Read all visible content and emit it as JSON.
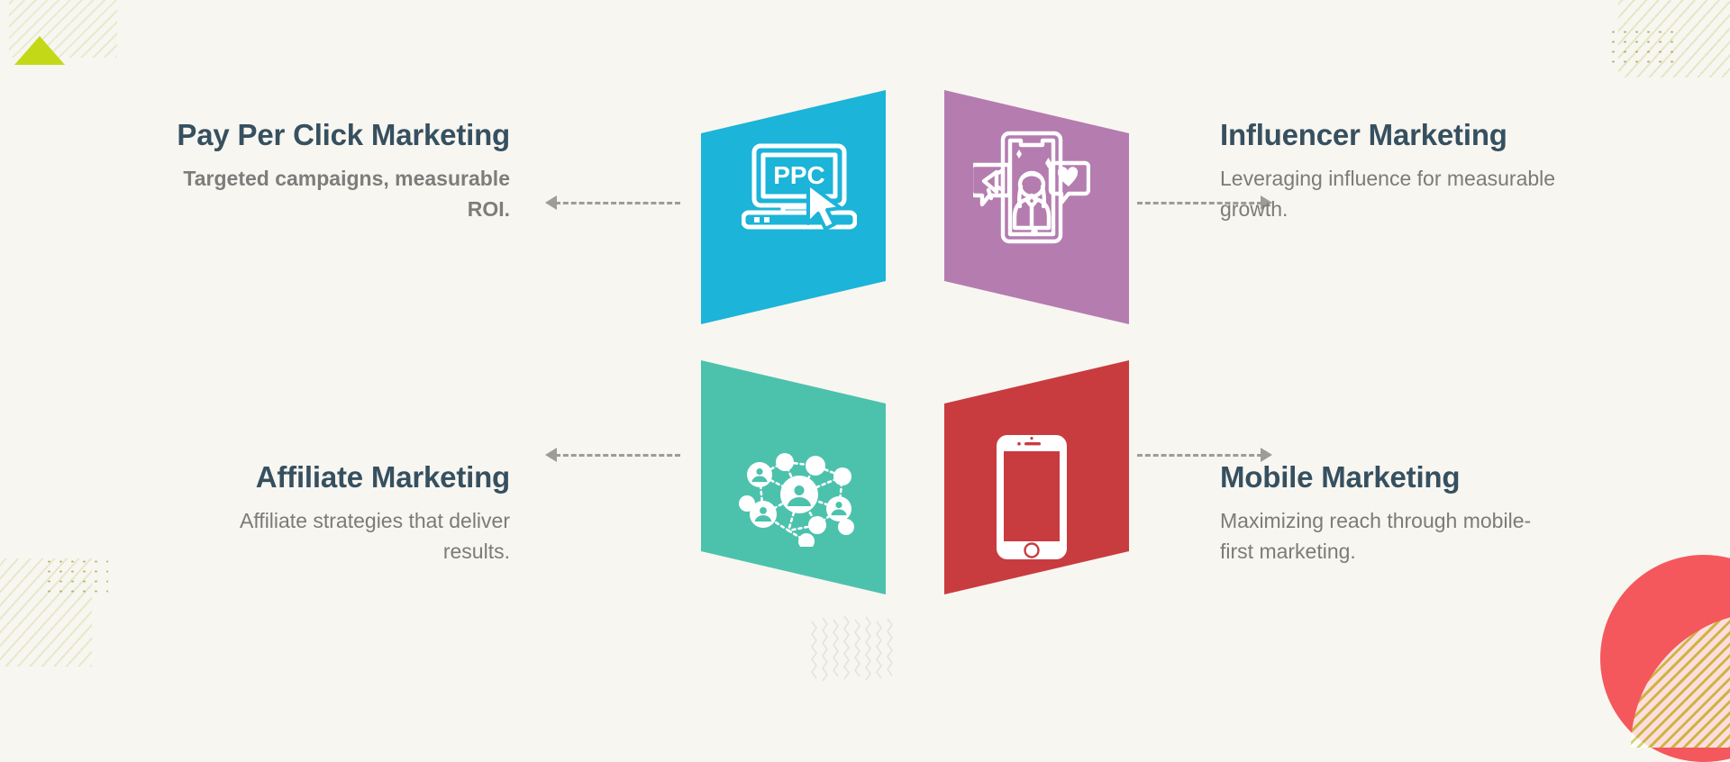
{
  "palette": {
    "background": "#f8f6f1",
    "title_color": "#36505f",
    "desc_color": "#7b7b79",
    "arrow_color": "#9c9c98",
    "ppc_panel": "#1cb4d8",
    "influencer_panel": "#b57cb0",
    "affiliate_panel": "#4cc2ad",
    "mobile_panel": "#c83c3f",
    "deco_green": "#c3d918",
    "deco_red": "#f4585c"
  },
  "cards": {
    "ppc": {
      "title": "Pay Per Click Marketing",
      "description": "Targeted campaigns, measurable ROI.",
      "icon": "laptop-ppc-cursor-icon",
      "icon_label": "PPC",
      "panel_color": "#1cb4d8",
      "arrow_direction": "left"
    },
    "influencer": {
      "title": "Influencer Marketing",
      "description": "Leveraging influence for measurable growth.",
      "icon": "smartphone-influencer-icon",
      "panel_color": "#b57cb0",
      "arrow_direction": "right"
    },
    "affiliate": {
      "title": "Affiliate Marketing",
      "description": "Affiliate strategies that deliver results.",
      "icon": "network-people-icon",
      "panel_color": "#4cc2ad",
      "arrow_direction": "left"
    },
    "mobile": {
      "title": "Mobile Marketing",
      "description": "Maximizing reach through mobile-first marketing.",
      "icon": "smartphone-icon",
      "panel_color": "#c83c3f",
      "arrow_direction": "right"
    }
  },
  "decorations": {
    "top_left": "green-triangle-with-diagonal-lines",
    "top_right": "dot-grid-with-diagonal-lines",
    "bottom_left": "dot-grid-with-diagonal-lines",
    "bottom_center": "zigzag-wave-pattern",
    "bottom_right": "red-circle-with-diagonal-lines"
  }
}
